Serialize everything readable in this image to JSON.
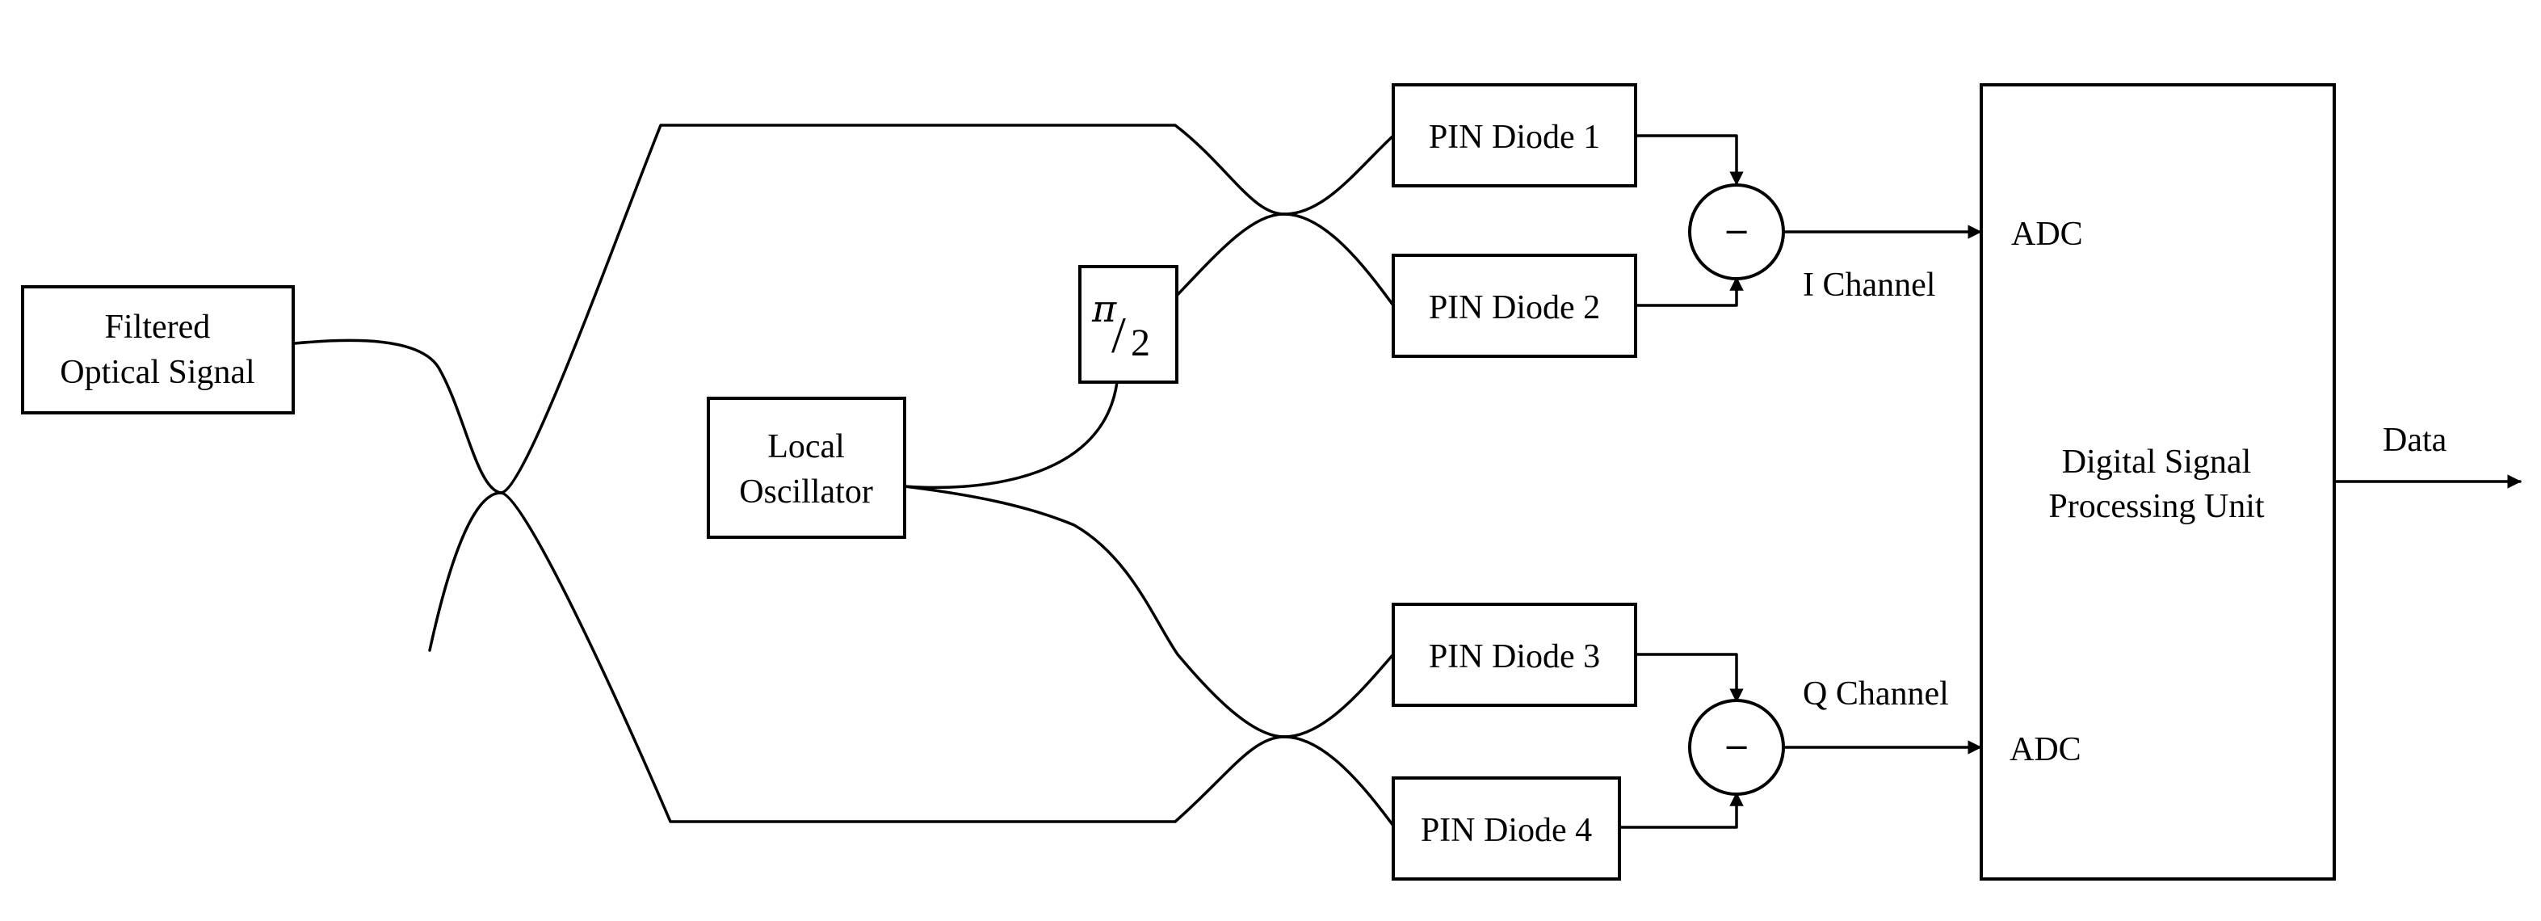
{
  "blocks": {
    "filtered_signal": [
      "Filtered",
      "Optical Signal"
    ],
    "local_oscillator": [
      "Local",
      "Oscillator"
    ],
    "phase_shifter": {
      "symbol": "π",
      "divisor": "2"
    },
    "pin_diode_1": "PIN Diode 1",
    "pin_diode_2": "PIN Diode 2",
    "pin_diode_3": "PIN Diode 3",
    "pin_diode_4": "PIN Diode 4",
    "subtractor_symbol": "−",
    "dsp": [
      "Digital Signal",
      "Processing Unit"
    ],
    "adc_top": "ADC",
    "adc_bottom": "ADC"
  },
  "labels": {
    "i_channel": "I Channel",
    "q_channel": "Q Channel",
    "data_output": "Data"
  }
}
